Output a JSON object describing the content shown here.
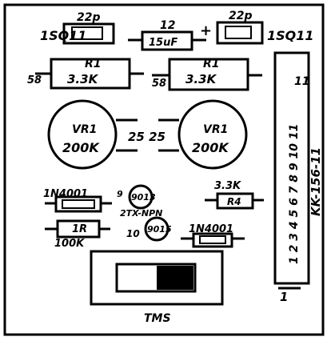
{
  "board": {
    "labels": {
      "top_left_part": "1SQ11",
      "top_left_cap": "22p",
      "top_right_part": "1SQ11",
      "top_right_cap": "22p",
      "mid_top_cap_value": "15uF",
      "mid_top_cap_ref": "12",
      "plus_sign": "+",
      "left_res_ref": "R1",
      "left_res_value": "3.3K",
      "left_res_pin": "58",
      "right_res_ref": "R1",
      "right_res_value": "3.3K",
      "right_res_pin": "58",
      "left_pot_value": "200K",
      "left_pot_ref": "VR1",
      "right_pot_value": "200K",
      "right_pot_ref": "VR1",
      "center_pins": "25 25",
      "left_diode_label": "1N4001",
      "left_small_res_value": "100K",
      "left_small_res_ref": "1R",
      "transistor_a_label": "9013",
      "transistor_a_pin": "9",
      "transistor_b_label": "9015",
      "transistor_b_pin": "10",
      "transistor_group_label": "2TX-NPN",
      "right_res_small_value": "3.3K",
      "right_res_small_ref": "R4",
      "right_diode_label": "1N4001",
      "connector_label": "KK-156-11",
      "connector_top_pin": "11",
      "connector_bottom_pin": "1",
      "connector_pin_numbers": "1 2 3 4 5 6 7 8 9 10 11",
      "switch_label": "TMS"
    }
  }
}
